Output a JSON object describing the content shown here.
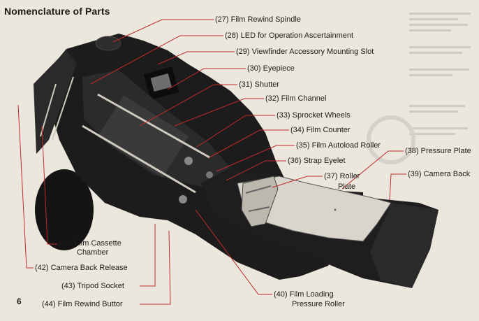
{
  "heading": "Nomenclature of Parts",
  "page_number": "6",
  "labels": {
    "p27": "(27) Film Rewind Spindle",
    "p28": "(28) LED for Operation Ascertainment",
    "p29": "(29) Viewfinder Accessory Mounting Slot",
    "p30": "(30) Eyepiece",
    "p31": "(31) Shutter",
    "p32": "(32) Film Channel",
    "p33": "(33) Sprocket Wheels",
    "p34": "(34) Film Counter",
    "p35": "(35) Film Autoload Roller",
    "p36": "(36) Strap Eyelet",
    "p37a": "(37) Roller",
    "p37b": "Plate",
    "p38": "(38) Pressure Plate",
    "p39": "(39) Camera Back",
    "p40a": "(40) Film Loading",
    "p40b": "Pressure Roller",
    "p41a": "(41) Film Cassette",
    "p41b": "Chamber",
    "p42": "(42) Camera Back Release",
    "p43": "(43) Tripod Socket",
    "p44": "(44) Film Rewind Buttor"
  },
  "colors": {
    "paper": "#ece7dd",
    "leader_line": "#c02a2a",
    "camera_body": "#1a1a1a",
    "film_gate": "#cfcac0"
  }
}
